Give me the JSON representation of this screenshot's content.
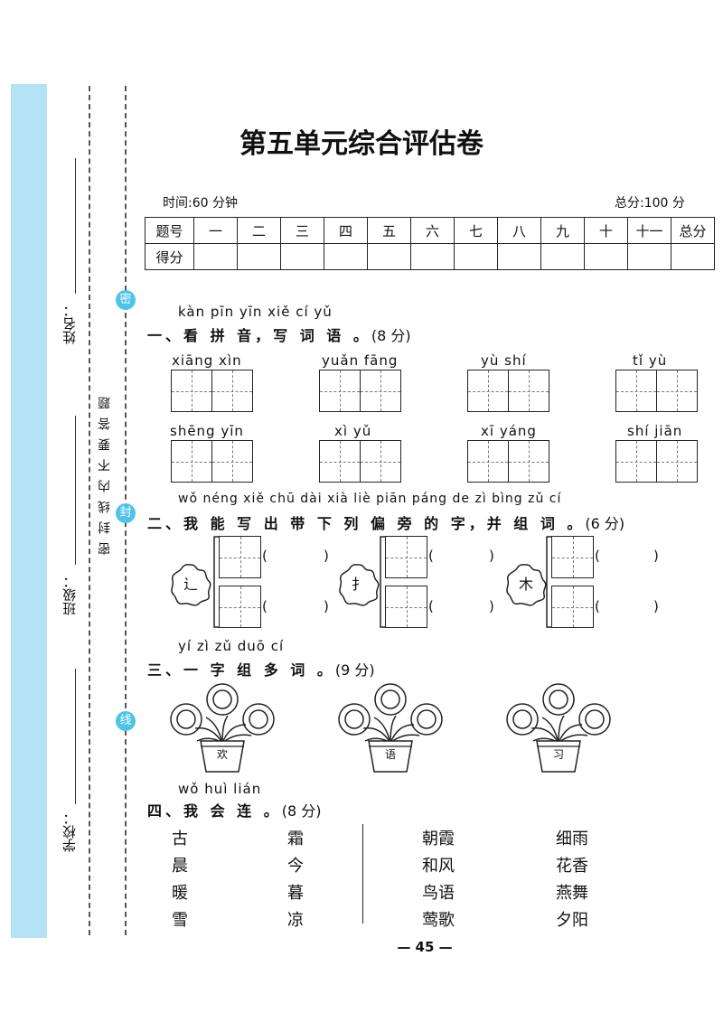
{
  "binding": {
    "name_label": "姓名：",
    "class_label": "班级：",
    "school_label": "学校：",
    "seal_top": "密",
    "seal_mid": "封",
    "seal_bottom": "线",
    "note": "密封线内不要答题"
  },
  "header": {
    "title": "第五单元综合评估卷",
    "time": "时间:60 分钟",
    "total": "总分:100 分"
  },
  "score_table": {
    "row1": [
      "题号",
      "一",
      "二",
      "三",
      "四",
      "五",
      "六",
      "七",
      "八",
      "九",
      "十",
      "十一",
      "总分"
    ],
    "row2_label": "得分"
  },
  "q1": {
    "pinyin": "kàn pīn yīn   xiě cí yǔ",
    "title": "一、看 拼 音，写 词 语 。",
    "points": "(8 分)",
    "items": [
      "xiāng  xìn",
      "yuǎn fāng",
      "yù   shí",
      "tǐ    yù",
      "shēng  yīn",
      "xì   yǔ",
      "xī   yáng",
      "shí   jiān"
    ]
  },
  "q2": {
    "pinyin": "wǒ néng xiě chū dài xià liè piān páng de zì   bìng zǔ cí",
    "title": "二、我 能 写 出 带 下 列 偏  旁  的 字，并 组 词 。",
    "points": "(6 分)",
    "radicals": [
      "辶",
      "扌",
      "木"
    ],
    "paren_open": "(",
    "paren_close": ")"
  },
  "q3": {
    "pinyin": "yí zì zǔ duō cí",
    "title": "三、一 字 组 多 词 。",
    "points": "(9 分)",
    "pots": [
      "欢",
      "语",
      "习"
    ]
  },
  "q4": {
    "pinyin": "wǒ huì lián",
    "title": "四、我 会 连 。",
    "points": "(8 分)",
    "col1": [
      "古",
      "晨",
      "暖",
      "雪"
    ],
    "col2": [
      "霜",
      "今",
      "暮",
      "凉"
    ],
    "col3": [
      "朝霞",
      "和风",
      "鸟语",
      "莺歌"
    ],
    "col4": [
      "细雨",
      "花香",
      "燕舞",
      "夕阳"
    ]
  },
  "page_number": "— 45 —"
}
